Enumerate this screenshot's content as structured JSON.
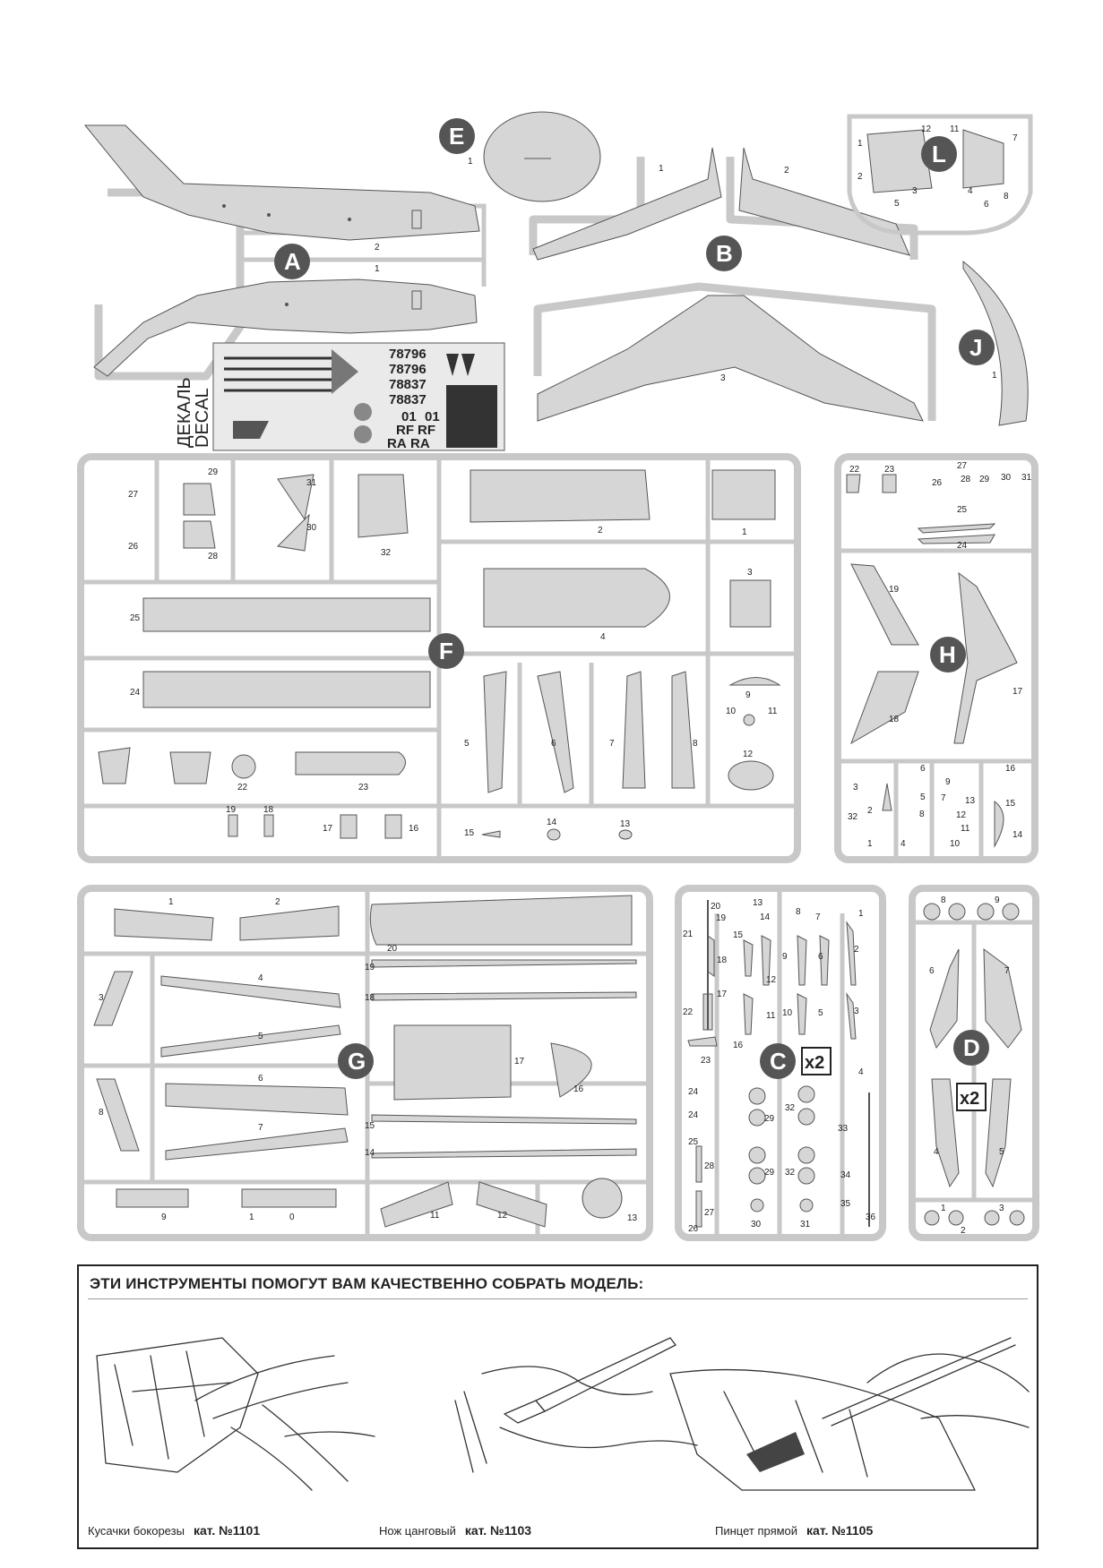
{
  "sprues": {
    "A": {
      "letter": "A",
      "numbers": [
        "2",
        "1"
      ]
    },
    "B": {
      "letter": "B",
      "numbers": [
        "1",
        "2",
        "3"
      ]
    },
    "E": {
      "letter": "E",
      "numbers": [
        "1"
      ]
    },
    "L": {
      "letter": "L",
      "numbers": [
        "12",
        "11",
        "1",
        "7",
        "2",
        "3",
        "4",
        "5",
        "6",
        "8"
      ]
    },
    "J": {
      "letter": "J",
      "numbers": [
        "1"
      ]
    },
    "F": {
      "letter": "F",
      "numbers": [
        "27",
        "26",
        "29",
        "28",
        "31",
        "30",
        "32",
        "2",
        "1",
        "25",
        "4",
        "3",
        "24",
        "5",
        "6",
        "7",
        "8",
        "9",
        "10",
        "11",
        "12",
        "22",
        "23",
        "19",
        "18",
        "17",
        "16",
        "15",
        "14",
        "13"
      ]
    },
    "H": {
      "letter": "H",
      "numbers": [
        "22",
        "23",
        "27",
        "26",
        "28",
        "29",
        "30",
        "31",
        "25",
        "24",
        "19",
        "17",
        "18",
        "6",
        "9",
        "16",
        "3",
        "5",
        "7",
        "13",
        "15",
        "8",
        "12",
        "32",
        "2",
        "11",
        "1",
        "4",
        "10",
        "14"
      ]
    },
    "G": {
      "letter": "G",
      "numbers": [
        "1",
        "2",
        "20",
        "19",
        "18",
        "3",
        "4",
        "5",
        "17",
        "16",
        "6",
        "8",
        "7",
        "15",
        "14",
        "9",
        "1",
        "0",
        "11",
        "12",
        "13"
      ]
    },
    "C": {
      "letter": "C",
      "multiplier": "x2",
      "numbers": [
        "20",
        "19",
        "13",
        "14",
        "8",
        "7",
        "1",
        "21",
        "15",
        "18",
        "9",
        "6",
        "2",
        "17",
        "12",
        "22",
        "11",
        "10",
        "5",
        "3",
        "16",
        "23",
        "4",
        "24",
        "24",
        "29",
        "32",
        "33",
        "25",
        "28",
        "29",
        "32",
        "34",
        "27",
        "26",
        "30",
        "31",
        "35",
        "36"
      ]
    },
    "D": {
      "letter": "D",
      "multiplier": "x2",
      "numbers": [
        "8",
        "9",
        "6",
        "7",
        "4",
        "5",
        "1",
        "2",
        "3"
      ]
    }
  },
  "decal": {
    "label_ru": "ДЕКАЛЬ",
    "label_en": "DECAL",
    "codes": [
      "78796",
      "78796",
      "78837",
      "78837",
      "01",
      "01",
      "RF",
      "RF",
      "RA",
      "RA"
    ]
  },
  "tools": {
    "title": "ЭТИ ИНСТРУМЕНТЫ ПОМОГУТ ВАМ КАЧЕСТВЕННО СОБРАТЬ МОДЕЛЬ:",
    "items": [
      {
        "name": "Кусачки бокорезы",
        "cat": "кат. №1101"
      },
      {
        "name": "Нож цанговый",
        "cat": "кат. №1103"
      },
      {
        "name": "Пинцет прямой",
        "cat": "кат. №1105"
      }
    ]
  }
}
